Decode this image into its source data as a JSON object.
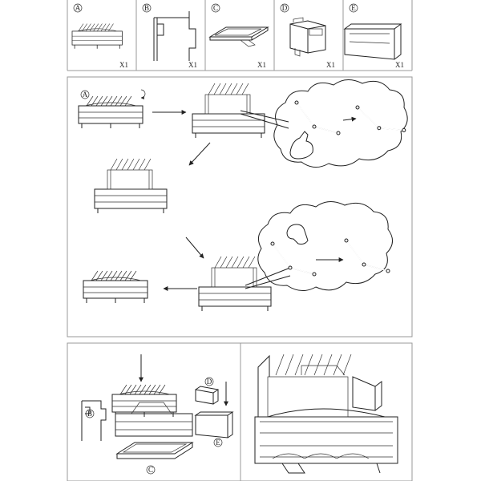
{
  "parts": [
    {
      "letter": "A",
      "qty": "X1",
      "icon": "dish-rack-icon"
    },
    {
      "letter": "B",
      "qty": "X1",
      "icon": "side-bracket-icon"
    },
    {
      "letter": "C",
      "qty": "X1",
      "icon": "drip-tray-icon"
    },
    {
      "letter": "D",
      "qty": "X1",
      "icon": "utensil-holder-icon"
    },
    {
      "letter": "E",
      "qty": "X1",
      "icon": "cup-holder-icon"
    }
  ],
  "step_labels": {
    "rack_a": "A",
    "bracket_b": "B",
    "holder_d": "D",
    "holder_e": "E",
    "tray_c": "C"
  }
}
